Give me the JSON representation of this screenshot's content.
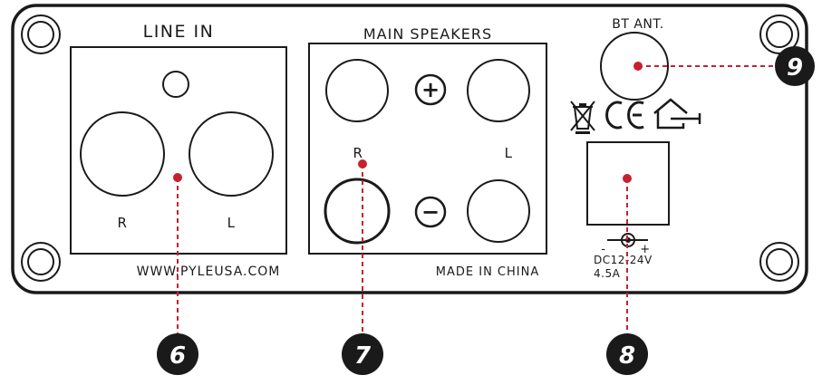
{
  "panel": {
    "line_in": {
      "title": "LINE IN",
      "left_jack_label": "R",
      "right_jack_label": "L"
    },
    "main_speakers": {
      "title": "MAIN SPEAKERS",
      "plus_symbol": "+",
      "minus_symbol": "−",
      "r_label": "R",
      "l_label": "L"
    },
    "bt": {
      "label": "BT ANT."
    },
    "power": {
      "minus": "-",
      "plus": "+",
      "voltage": "DC12-24V",
      "current": "4.5A"
    },
    "website": "WWW.PYLEUSA.COM",
    "made_in": "MADE IN CHINA",
    "icons": [
      "weee-bin-icon",
      "ce-mark-icon",
      "indoor-use-icon"
    ]
  },
  "callouts": [
    {
      "id": "6",
      "label": "6"
    },
    {
      "id": "7",
      "label": "7"
    },
    {
      "id": "8",
      "label": "8"
    },
    {
      "id": "9",
      "label": "9"
    }
  ],
  "colors": {
    "panel_stroke": "#1a1a1a",
    "leader": "#c7202f",
    "callout_fill": "#1a1a1a"
  }
}
